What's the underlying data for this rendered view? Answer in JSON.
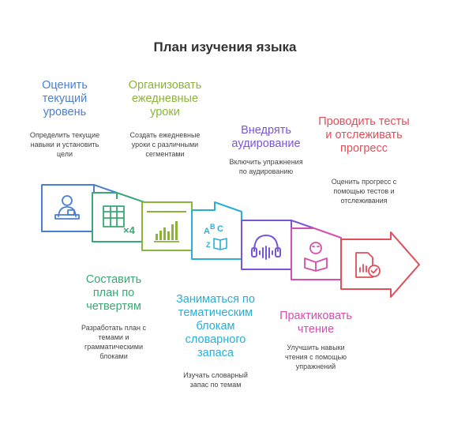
{
  "title": "План изучения языка",
  "colors": {
    "step1": "#4a7fd4",
    "step2": "#3aa872",
    "step3": "#8cb33a",
    "step4": "#2aaed6",
    "step5": "#7a55d6",
    "step6": "#d44fae",
    "step7": "#e04f5a"
  },
  "steps": [
    {
      "title": "Оценить текущий уровень",
      "desc": "Определить текущие навыки и установить цели",
      "icon": "person-at-desk-icon"
    },
    {
      "title": "Составить план по четвертям",
      "desc": "Разработать план с темами и грамматическими блоками",
      "icon": "calendar-plan-icon"
    },
    {
      "title": "Организовать ежедневные уроки",
      "desc": "Создать ежедневные уроки с различными сегментами",
      "icon": "bar-chart-icon"
    },
    {
      "title": "Заниматься по тематическим блокам словарного запаса",
      "desc": "Изучать словарный запас по темам",
      "icon": "alphabet-book-icon"
    },
    {
      "title": "Внедрять аудирование",
      "desc": "Включить упражнения по аудированию",
      "icon": "headphones-icon"
    },
    {
      "title": "Практиковать чтение",
      "desc": "Улучшить навыки чтения с помощью упражнений",
      "icon": "person-reading-icon"
    },
    {
      "title": "Проводить тесты и отслеживать прогресс",
      "desc": "Оценить прогресс с помощью тестов и отслеживания",
      "icon": "report-check-icon"
    }
  ]
}
